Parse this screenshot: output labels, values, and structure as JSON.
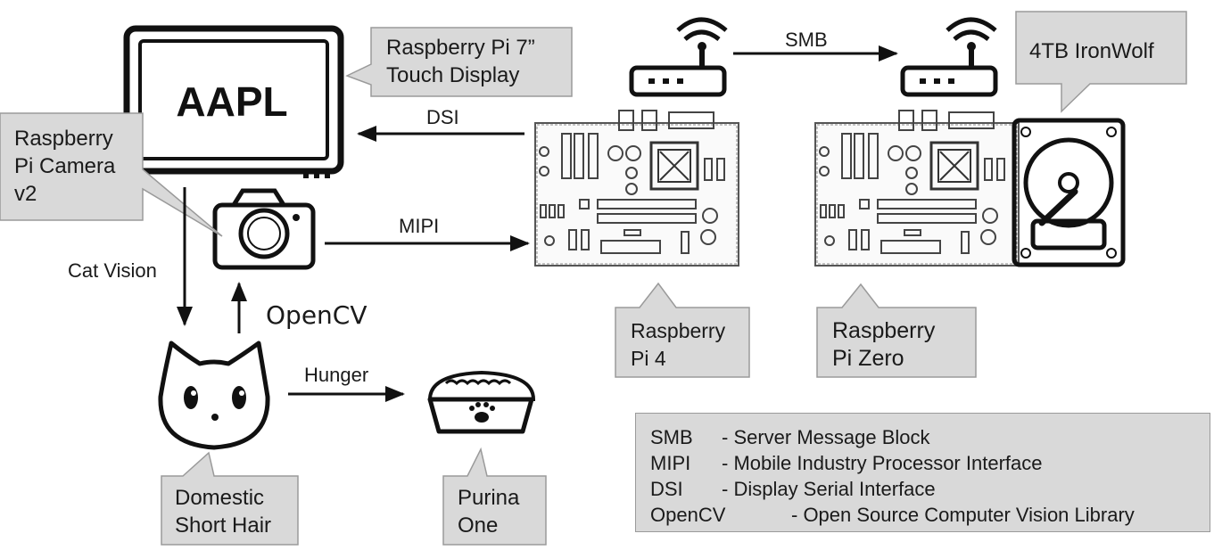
{
  "callouts": {
    "display": [
      "Raspberry Pi 7”",
      "Touch Display"
    ],
    "camera": [
      "Raspberry",
      "Pi Camera",
      "v2"
    ],
    "pi4": [
      "Raspberry",
      "Pi 4"
    ],
    "pizero": [
      "Raspberry",
      "Pi Zero"
    ],
    "hdd": [
      "4TB IronWolf"
    ],
    "cat": [
      "Domestic",
      "Short Hair"
    ],
    "food": [
      "Purina",
      "One"
    ]
  },
  "screen_text": "AAPL",
  "edge_labels": {
    "smb": "SMB",
    "dsi": "DSI",
    "mipi": "MIPI",
    "cat_vision": "Cat Vision",
    "opencv": "OpenCV",
    "hunger": "Hunger"
  },
  "legend": [
    {
      "abbr": "SMB",
      "def": "- Server Message Block"
    },
    {
      "abbr": "MIPI",
      "def": "- Mobile Industry Processor Interface"
    },
    {
      "abbr": "DSI",
      "def": "- Display Serial Interface"
    },
    {
      "abbr": "OpenCV",
      "def": "- Open Source Computer Vision Library"
    }
  ],
  "colors": {
    "callout_fill": "#d9d9d9",
    "callout_stroke": "#9a9a9a",
    "ink": "#1a1a1a"
  }
}
